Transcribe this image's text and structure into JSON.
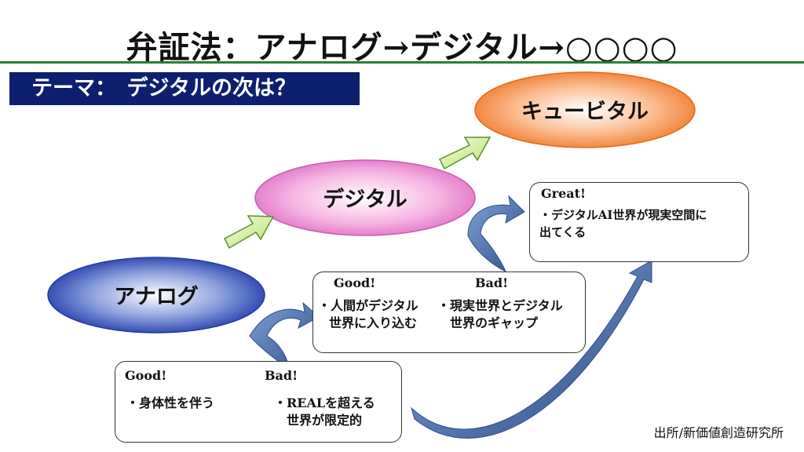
{
  "title": "弁証法：アナログ→デジタル→○○○○",
  "theme": "テーマ：　デジタルの次は？",
  "stages": {
    "analog": "アナログ",
    "digital": "デジタル",
    "cubital": "キュービタル"
  },
  "analog_box": {
    "good_label": "Good!",
    "bad_label": "Bad!",
    "good_text": "・身体性を伴う",
    "bad_text_1": "・REALを超える",
    "bad_text_2": "世界が限定的"
  },
  "digital_box": {
    "good_label": "Good!",
    "bad_label": "Bad!",
    "good_text_1": "・人間がデジタル",
    "good_text_2": "世界に入り込む",
    "bad_text_1": "・現実世界とデジタル",
    "bad_text_2": "世界のギャップ"
  },
  "cubital_box": {
    "great_label": "Great!",
    "text_1": "・デジタルAI世界が現実空間に",
    "text_2": "出てくる"
  },
  "source": "出所/新価値創造研究所"
}
